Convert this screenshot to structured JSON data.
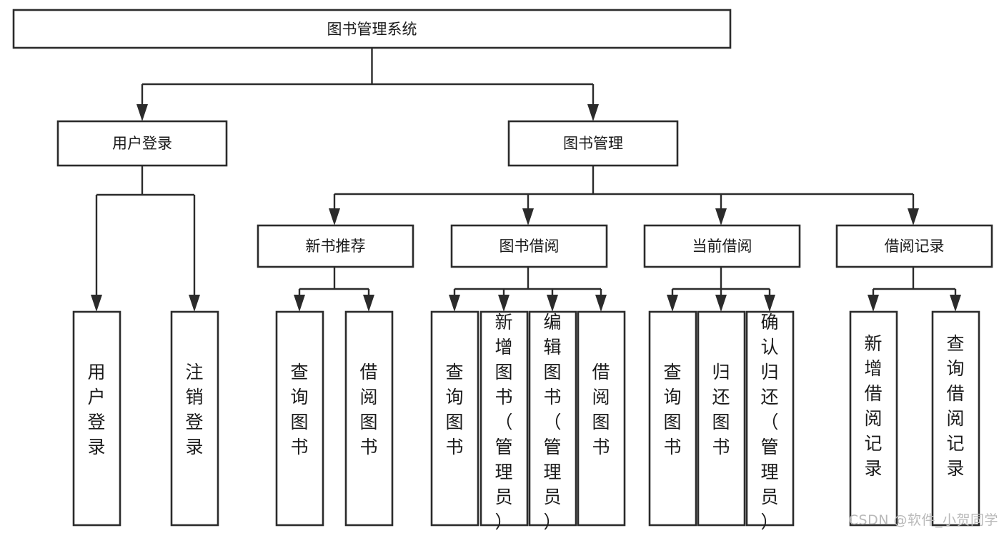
{
  "diagram": {
    "title": "图书管理系统",
    "type": "tree-hierarchy-diagram",
    "colors": {
      "box_stroke": "#2b2b2b",
      "box_fill": "#ffffff",
      "text": "#1a1a1a",
      "connector": "#2b2b2b",
      "watermark": "#b9b9b9",
      "background": "#ffffff"
    },
    "root": {
      "label": "图书管理系统",
      "orientation": "horizontal"
    },
    "level2": [
      {
        "label": "用户登录",
        "orientation": "horizontal"
      },
      {
        "label": "图书管理",
        "orientation": "horizontal"
      }
    ],
    "level3": [
      {
        "label": "新书推荐",
        "orientation": "horizontal"
      },
      {
        "label": "图书借阅",
        "orientation": "horizontal"
      },
      {
        "label": "当前借阅",
        "orientation": "horizontal"
      },
      {
        "label": "借阅记录",
        "orientation": "horizontal"
      }
    ],
    "leaves": {
      "user_login": [
        {
          "label": "用户登录",
          "orientation": "vertical"
        },
        {
          "label": "注销登录",
          "orientation": "vertical"
        }
      ],
      "new_book_recommend": [
        {
          "label": "查询图书",
          "orientation": "vertical"
        },
        {
          "label": "借阅图书",
          "orientation": "vertical"
        }
      ],
      "book_borrow": [
        {
          "label": "查询图书",
          "orientation": "vertical"
        },
        {
          "label": "新增图书（管理员）",
          "orientation": "vertical"
        },
        {
          "label": "编辑图书（管理员）",
          "orientation": "vertical"
        },
        {
          "label": "借阅图书",
          "orientation": "vertical"
        }
      ],
      "current_borrow": [
        {
          "label": "查询图书",
          "orientation": "vertical"
        },
        {
          "label": "归还图书",
          "orientation": "vertical"
        },
        {
          "label": "确认归还（管理员）",
          "orientation": "vertical"
        }
      ],
      "borrow_record": [
        {
          "label": "新增借阅记录",
          "orientation": "vertical"
        },
        {
          "label": "查询借阅记录",
          "orientation": "vertical"
        }
      ]
    }
  },
  "watermark": {
    "text": "CSDN @软件_小贺同学"
  }
}
